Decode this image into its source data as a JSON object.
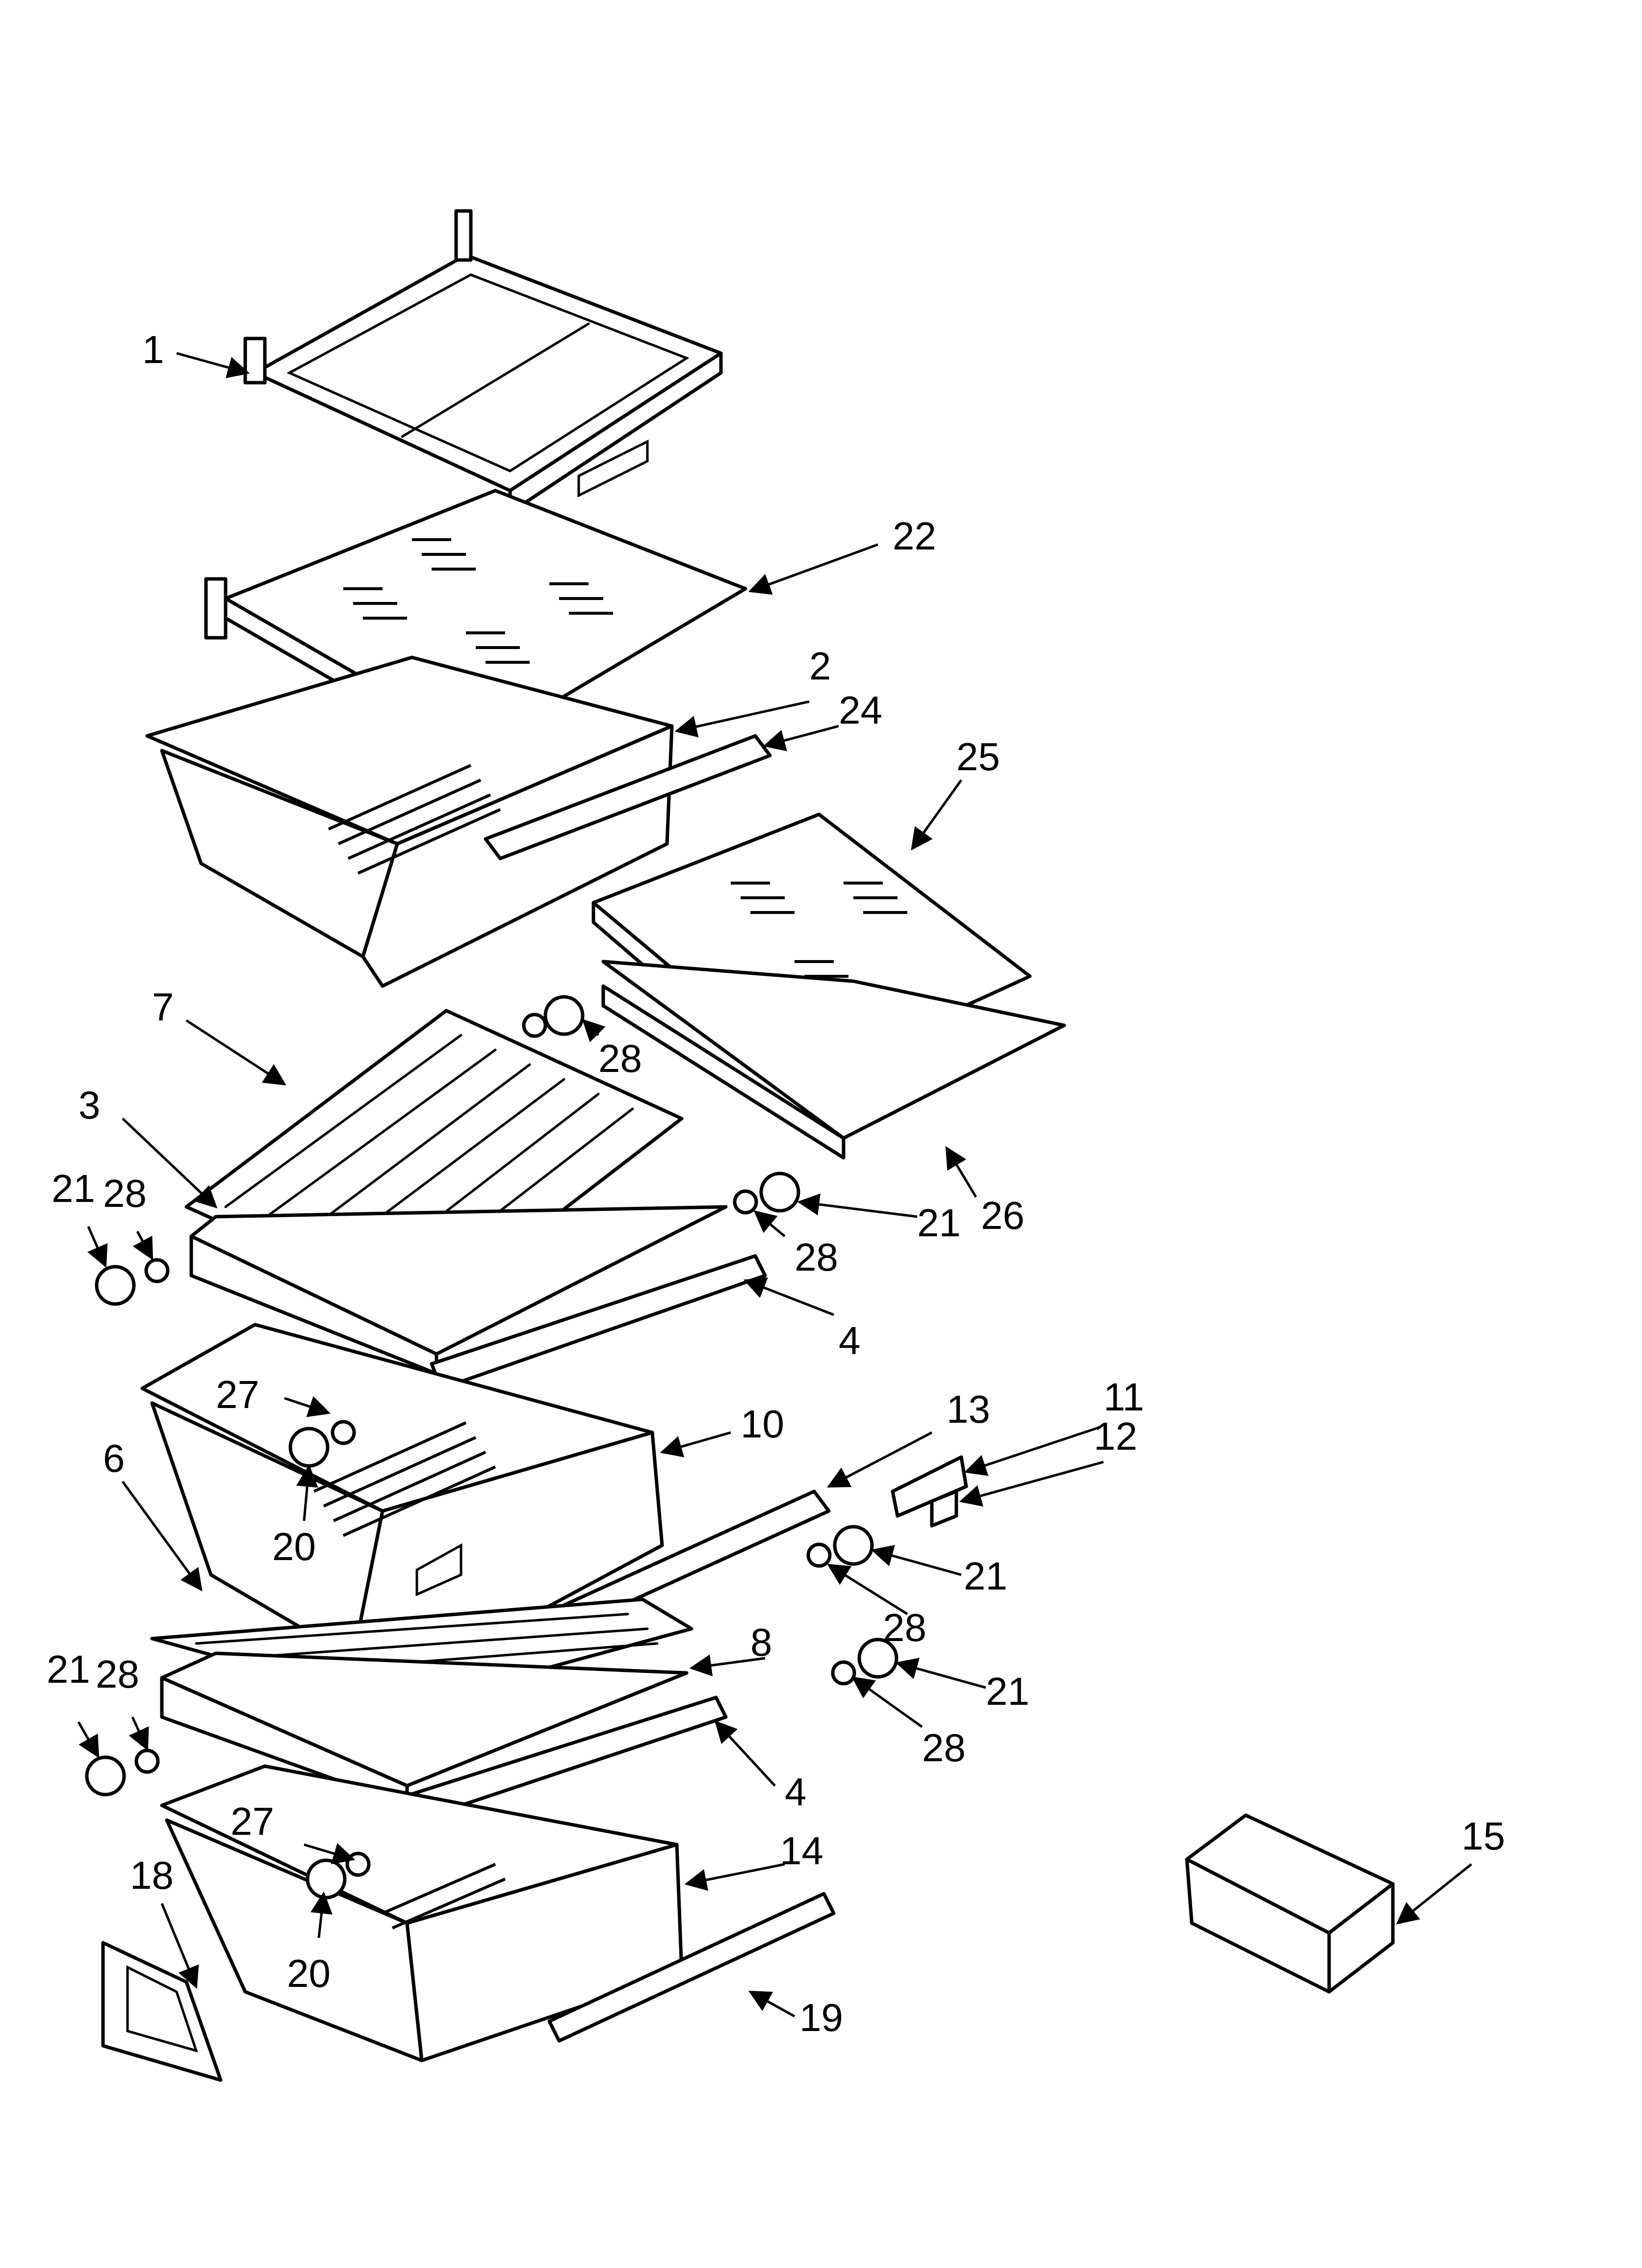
{
  "callouts": {
    "c1": "1",
    "c22": "22",
    "c2": "2",
    "c24": "24",
    "c25": "25",
    "c7": "7",
    "c28a": "28",
    "c3": "3",
    "c21a": "21",
    "c28b": "28",
    "c21b": "21",
    "c26": "26",
    "c28c": "28",
    "c4a": "4",
    "c27a": "27",
    "c10": "10",
    "c13": "13",
    "c11": "11",
    "c12": "12",
    "c6": "6",
    "c20a": "20",
    "c21c": "21",
    "c28d": "28",
    "c8": "8",
    "c21d": "21",
    "c21e": "21",
    "c28e": "28",
    "c28f": "28",
    "c4b": "4",
    "c27b": "27",
    "c14": "14",
    "c15": "15",
    "c18": "18",
    "c20b": "20",
    "c19": "19"
  }
}
